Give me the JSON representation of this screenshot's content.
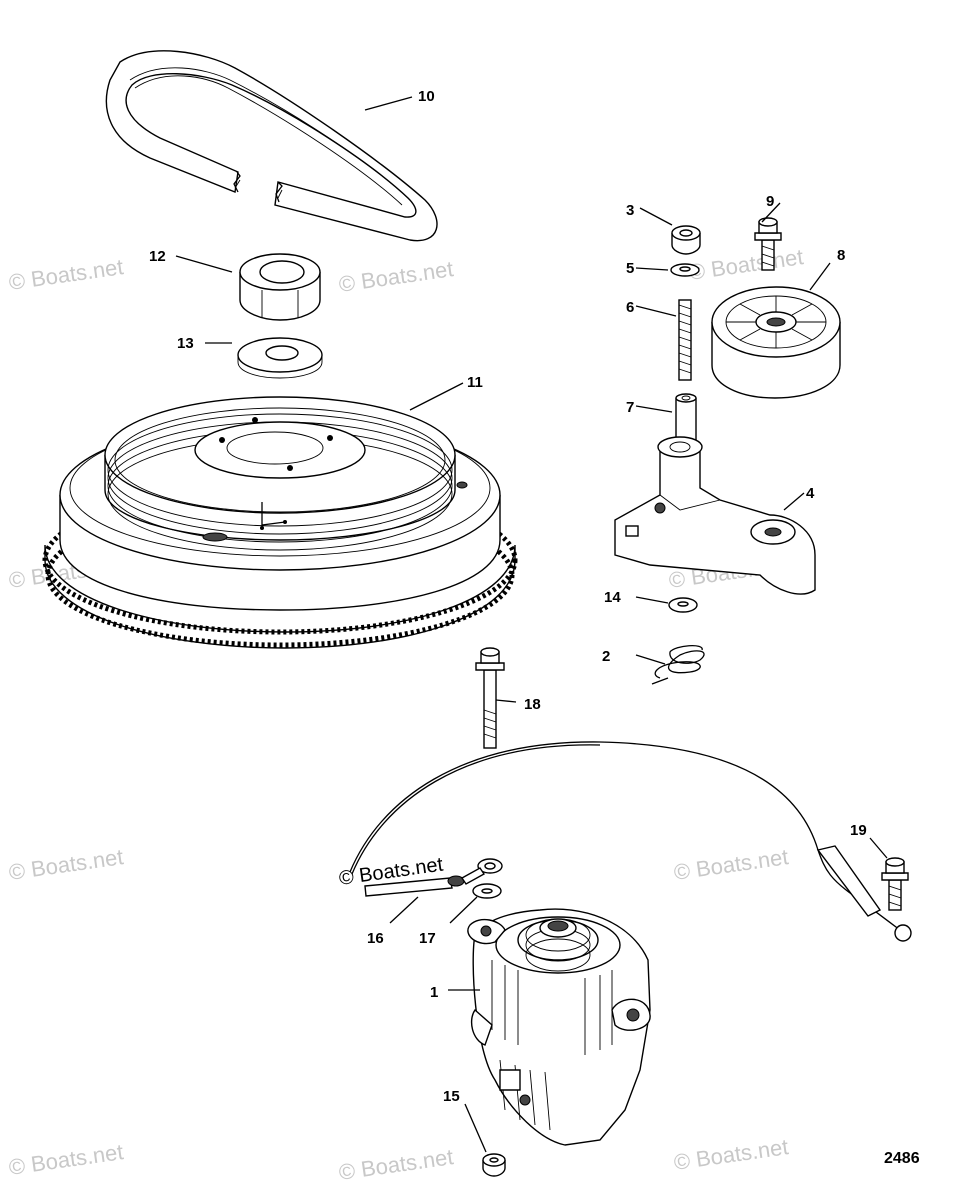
{
  "watermark": "© Boats.net",
  "figure_number": "2486",
  "callouts": {
    "c1": "1",
    "c2": "2",
    "c3": "3",
    "c4": "4",
    "c5": "5",
    "c6": "6",
    "c7": "7",
    "c8": "8",
    "c9": "9",
    "c10": "10",
    "c11": "11",
    "c12": "12",
    "c13": "13",
    "c14": "14",
    "c15": "15",
    "c16": "16",
    "c17": "17",
    "c18": "18",
    "c19": "19"
  }
}
